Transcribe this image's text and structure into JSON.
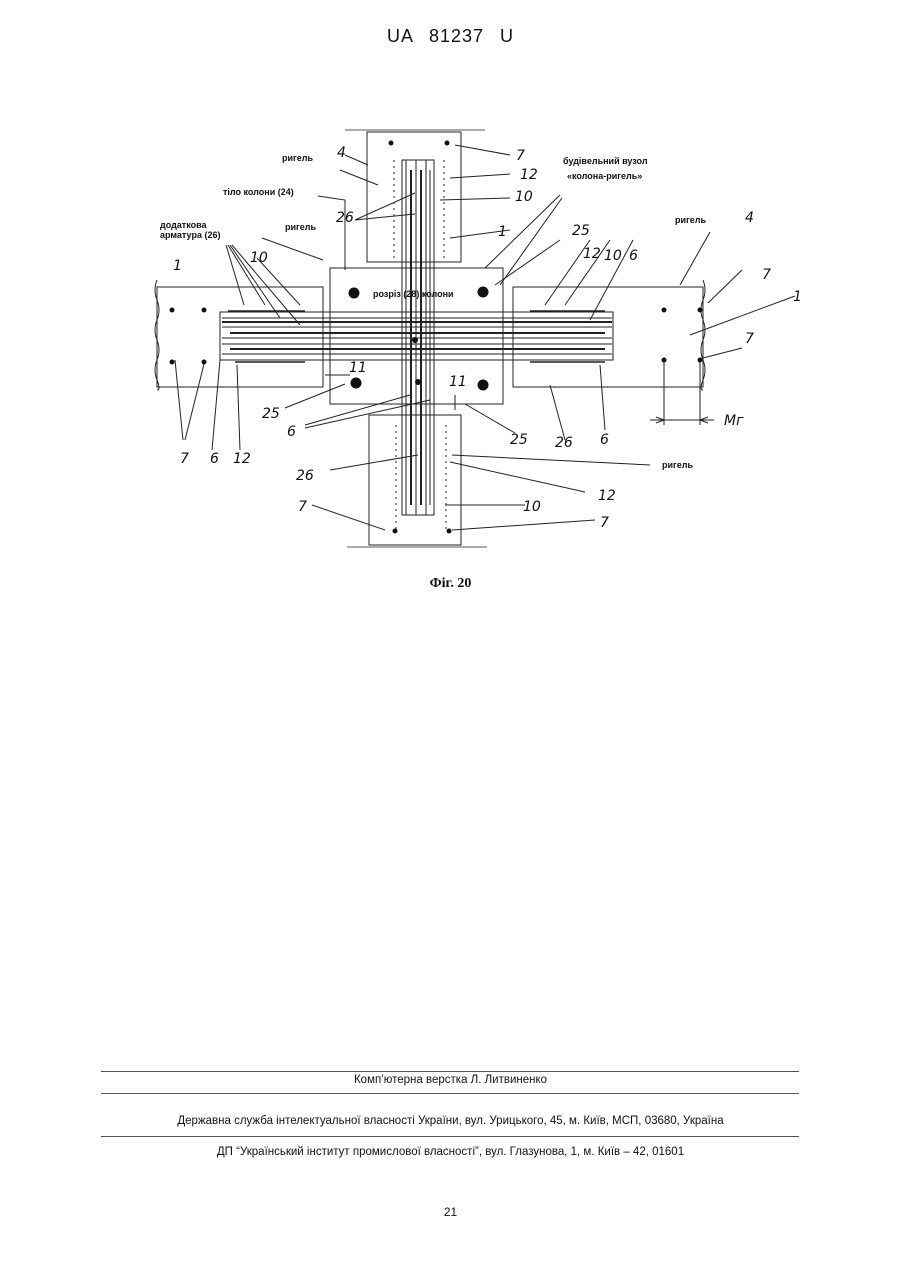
{
  "header": {
    "patent_id": "UA   81237   U"
  },
  "figure": {
    "caption": "Фіг. 20",
    "labels": {
      "rigel": "ригель",
      "column_body": "тіло колони (24)",
      "extra_rebar_line1": "додаткова",
      "extra_rebar_line2": "арматура (26)",
      "node_line1": "будівельний вузол",
      "node_line2": "«колона-ригель»",
      "section": "розріз (28) колони",
      "mg": "Mг"
    },
    "numbers": {
      "n1": "1",
      "n4": "4",
      "n6": "6",
      "n7": "7",
      "n10": "10",
      "n11": "11",
      "n12": "12",
      "n25": "25",
      "n26": "26"
    }
  },
  "footer": {
    "typesetting": "Комп’ютерна верстка Л. Литвиненко",
    "office": "Державна служба інтелектуальної власності України, вул. Урицького, 45, м. Київ, МСП, 03680, Україна",
    "institute": "ДП “Український інститут промислової власності”, вул. Глазунова, 1, м. Київ – 42, 01601",
    "page_number": "21"
  }
}
